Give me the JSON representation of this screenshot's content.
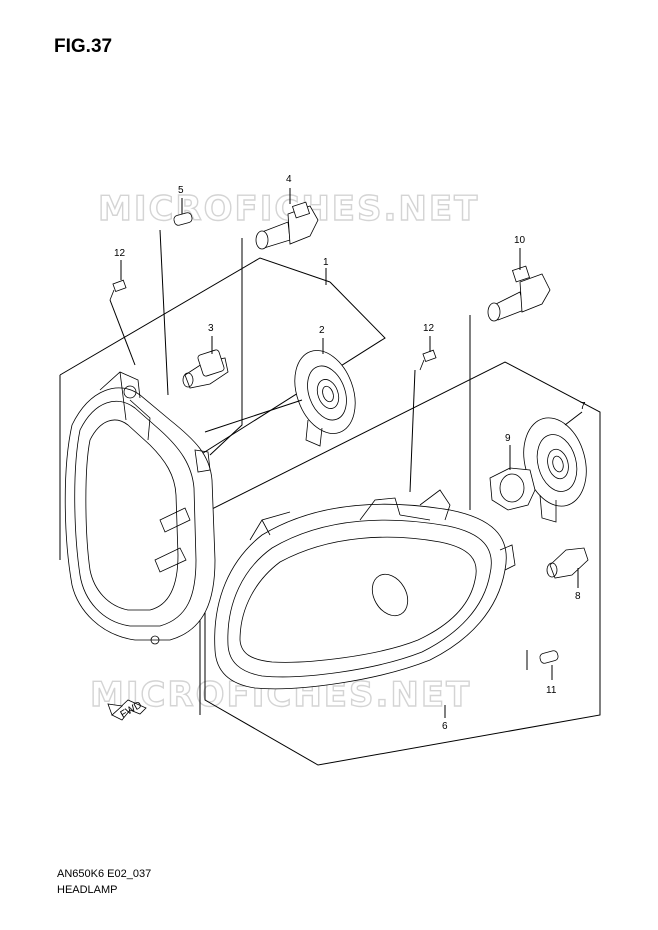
{
  "figure": {
    "title": "FIG.37",
    "model_code": "AN650K6 E02_037",
    "section_name": "HEADLAMP"
  },
  "watermark": {
    "text": "MICROFICHES.NET"
  },
  "direction_label": "FWD",
  "callouts": [
    {
      "id": "1",
      "label": "1"
    },
    {
      "id": "2",
      "label": "2"
    },
    {
      "id": "3",
      "label": "3"
    },
    {
      "id": "4",
      "label": "4"
    },
    {
      "id": "5",
      "label": "5"
    },
    {
      "id": "6",
      "label": "6"
    },
    {
      "id": "7",
      "label": "7"
    },
    {
      "id": "8",
      "label": "8"
    },
    {
      "id": "9",
      "label": "9"
    },
    {
      "id": "10",
      "label": "10"
    },
    {
      "id": "11",
      "label": "11"
    },
    {
      "id": "12a",
      "label": "12"
    },
    {
      "id": "12b",
      "label": "12"
    }
  ]
}
